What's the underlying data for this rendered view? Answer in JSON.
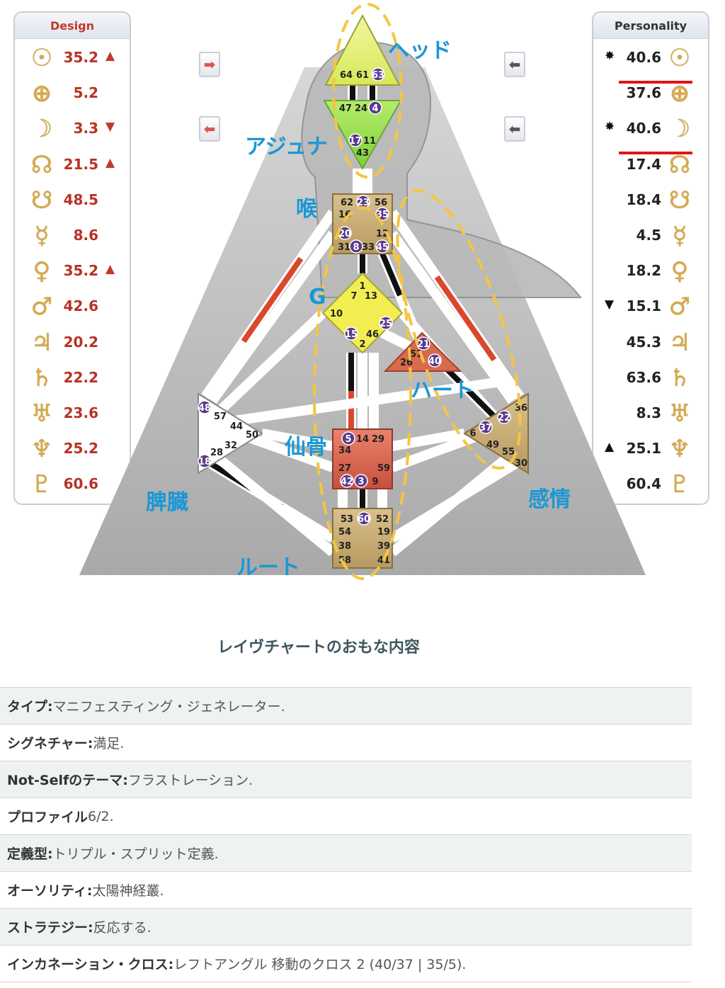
{
  "design": {
    "title": "Design",
    "rows": [
      {
        "glyph": "☉",
        "value": "35.2",
        "mark": "▲"
      },
      {
        "glyph": "⊕",
        "value": "5.2",
        "mark": ""
      },
      {
        "glyph": "☽",
        "value": "3.3",
        "mark": "▼"
      },
      {
        "glyph": "☊",
        "value": "21.5",
        "mark": "▲"
      },
      {
        "glyph": "☋",
        "value": "48.5",
        "mark": ""
      },
      {
        "glyph": "☿",
        "value": "8.6",
        "mark": ""
      },
      {
        "glyph": "♀",
        "value": "35.2",
        "mark": "▲"
      },
      {
        "glyph": "♂",
        "value": "42.6",
        "mark": ""
      },
      {
        "glyph": "♃",
        "value": "20.2",
        "mark": ""
      },
      {
        "glyph": "♄",
        "value": "22.2",
        "mark": ""
      },
      {
        "glyph": "♅",
        "value": "23.6",
        "mark": ""
      },
      {
        "glyph": "♆",
        "value": "25.2",
        "mark": ""
      },
      {
        "glyph": "♇",
        "value": "60.6",
        "mark": ""
      }
    ]
  },
  "personality": {
    "title": "Personality",
    "rows": [
      {
        "glyph": "☉",
        "value": "40.6",
        "mark": "✸",
        "highlight": true
      },
      {
        "glyph": "⊕",
        "value": "37.6",
        "mark": ""
      },
      {
        "glyph": "☽",
        "value": "40.6",
        "mark": "✸",
        "highlight": true
      },
      {
        "glyph": "☊",
        "value": "17.4",
        "mark": ""
      },
      {
        "glyph": "☋",
        "value": "18.4",
        "mark": ""
      },
      {
        "glyph": "☿",
        "value": "4.5",
        "mark": ""
      },
      {
        "glyph": "♀",
        "value": "18.2",
        "mark": ""
      },
      {
        "glyph": "♂",
        "value": "15.1",
        "mark": "▼"
      },
      {
        "glyph": "♃",
        "value": "45.3",
        "mark": ""
      },
      {
        "glyph": "♄",
        "value": "63.6",
        "mark": ""
      },
      {
        "glyph": "♅",
        "value": "8.3",
        "mark": ""
      },
      {
        "glyph": "♆",
        "value": "25.1",
        "mark": "▲"
      },
      {
        "glyph": "♇",
        "value": "60.4",
        "mark": ""
      }
    ]
  },
  "buttons": {
    "left_top_icon": "red-right-arrow-icon",
    "left_bottom_icon": "red-left-arrow-icon",
    "right_top_icon": "gray-left-arrow-icon",
    "right_bottom_icon": "gray-left-arrow-icon"
  },
  "centers": {
    "head": {
      "label": "ヘッド",
      "gates": [
        "64",
        "61",
        "63"
      ]
    },
    "ajna": {
      "label": "アジュナ",
      "gates": [
        "47",
        "24",
        "4",
        "17",
        "11",
        "43"
      ]
    },
    "throat": {
      "label": "喉",
      "gates": [
        "62",
        "23",
        "56",
        "16",
        "35",
        "20",
        "12",
        "31",
        "8",
        "33",
        "45"
      ]
    },
    "g": {
      "label": "G",
      "gates": [
        "1",
        "7",
        "13",
        "10",
        "25",
        "15",
        "46",
        "2"
      ]
    },
    "heart": {
      "label": "ハート",
      "gates": [
        "21",
        "51",
        "26",
        "40"
      ]
    },
    "sacral": {
      "label": "仙骨",
      "gates": [
        "5",
        "14",
        "29",
        "34",
        "27",
        "59",
        "42",
        "3",
        "9"
      ]
    },
    "spleen": {
      "label": "脾臓",
      "gates": [
        "48",
        "57",
        "44",
        "50",
        "32",
        "28",
        "18"
      ]
    },
    "solar": {
      "label": "感情",
      "gates": [
        "36",
        "22",
        "37",
        "6",
        "49",
        "55",
        "30"
      ]
    },
    "root": {
      "label": "ルート",
      "gates": [
        "53",
        "60",
        "52",
        "54",
        "19",
        "38",
        "39",
        "58",
        "41"
      ]
    }
  },
  "colors": {
    "red": "#d9482b",
    "black": "#111111",
    "accent_label": "#1a98d5",
    "highlight_oval": "#f5c542"
  },
  "summary": {
    "title": "レイヴチャートのおもな内容",
    "rows": [
      {
        "label": "タイプ:",
        "value": " マニフェスティング・ジェネレーター."
      },
      {
        "label": "シグネチャー:",
        "value": " 満足."
      },
      {
        "label": "Not-Selfのテーマ:",
        "value": " フラストレーション."
      },
      {
        "label": "プロファイル",
        "value": "6/2."
      },
      {
        "label": "定義型:",
        "value": " トリプル・スプリット定義."
      },
      {
        "label": "オーソリティ:",
        "value": " 太陽神経叢."
      },
      {
        "label": "ストラテジー:",
        "value": " 反応する."
      },
      {
        "label": "インカネーション・クロス:",
        "value": " レフトアングル 移動のクロス 2 (40/37 | 35/5)."
      }
    ]
  }
}
